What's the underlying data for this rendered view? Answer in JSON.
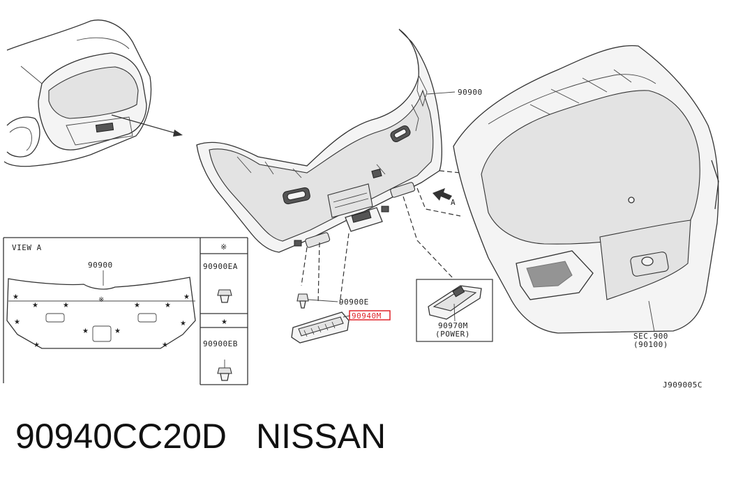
{
  "labels": {
    "trim_main": "90900",
    "arrow_a": "A",
    "view_a": "VIEW A",
    "view_part": "90900",
    "clip_e": "90900E",
    "handle": "90940M",
    "clip_ea": "90900EA",
    "clip_eb": "90900EB",
    "power_part": "90970M",
    "power_note": "(POWER)",
    "sec_ref": "SEC.900",
    "sec_sub": "(90100)",
    "diagram_id": "J909005C",
    "sym_star_note": "※",
    "sym_star": "★"
  },
  "caption": {
    "part_number": "90940CC20D",
    "brand": "NISSAN"
  },
  "colors": {
    "highlight": "#e0242a",
    "line": "#333333"
  }
}
